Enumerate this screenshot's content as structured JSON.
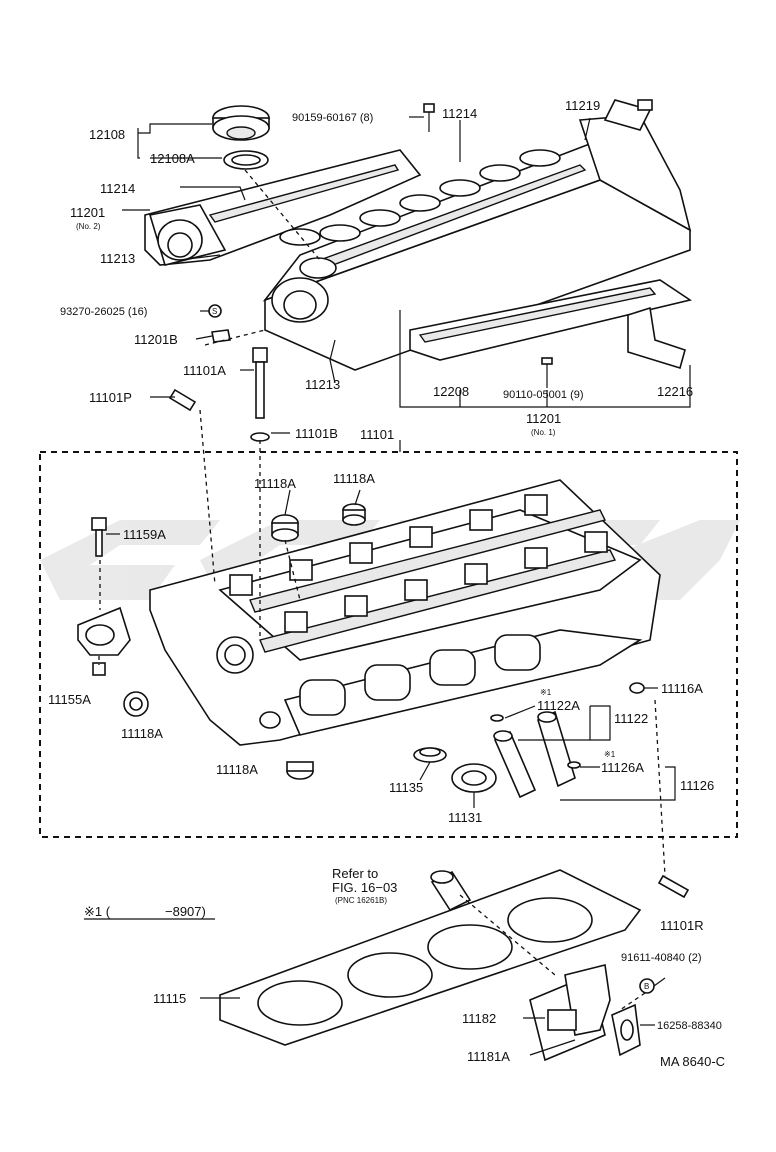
{
  "labels": {
    "p12108": "12108",
    "p12108A": "12108A",
    "p90159": "90159-60167 (8)",
    "p11214_top": "11214",
    "p11219": "11219",
    "p11214_left": "11214",
    "p11201_no2": "11201",
    "p11201_no2_sub": "(No. 2)",
    "p11213_left": "11213",
    "p93270": "93270-26025 (16)",
    "p93270_ref": "S",
    "p11201B": "11201B",
    "p11101A": "11101A",
    "p11213_right": "11213",
    "p12208": "12208",
    "p90110": "90110-05001 (9)",
    "p12216": "12216",
    "p11201_no1": "11201",
    "p11201_no1_sub": "(No. 1)",
    "p11101P": "11101P",
    "p11101B": "11101B",
    "p11101": "11101",
    "p11118A_a": "11118A",
    "p11118A_b": "11118A",
    "p11159A": "11159A",
    "p11155A": "11155A",
    "p11118A_c": "11118A",
    "p11118A_d": "11118A",
    "p11116A": "11116A",
    "p11122A_note": "※1",
    "p11122A": "11122A",
    "p11122": "11122",
    "p11126A_note": "※1",
    "p11126A": "11126A",
    "p11126": "11126",
    "p11135": "11135",
    "p11131": "11131",
    "refer_line1": "Refer to",
    "refer_line2": "FIG. 16−03",
    "refer_line3": "(PNC 16261B)",
    "footnote_mark": "※1 (",
    "footnote_range": "−8907)",
    "p11101R": "11101R",
    "p91611": "91611-40840 (2)",
    "p91611_ref": "B",
    "p11115": "11115",
    "p11182": "11182",
    "p16258": "16258-88340",
    "p11181A": "11181A",
    "figure_code": "MA 8640-C"
  }
}
